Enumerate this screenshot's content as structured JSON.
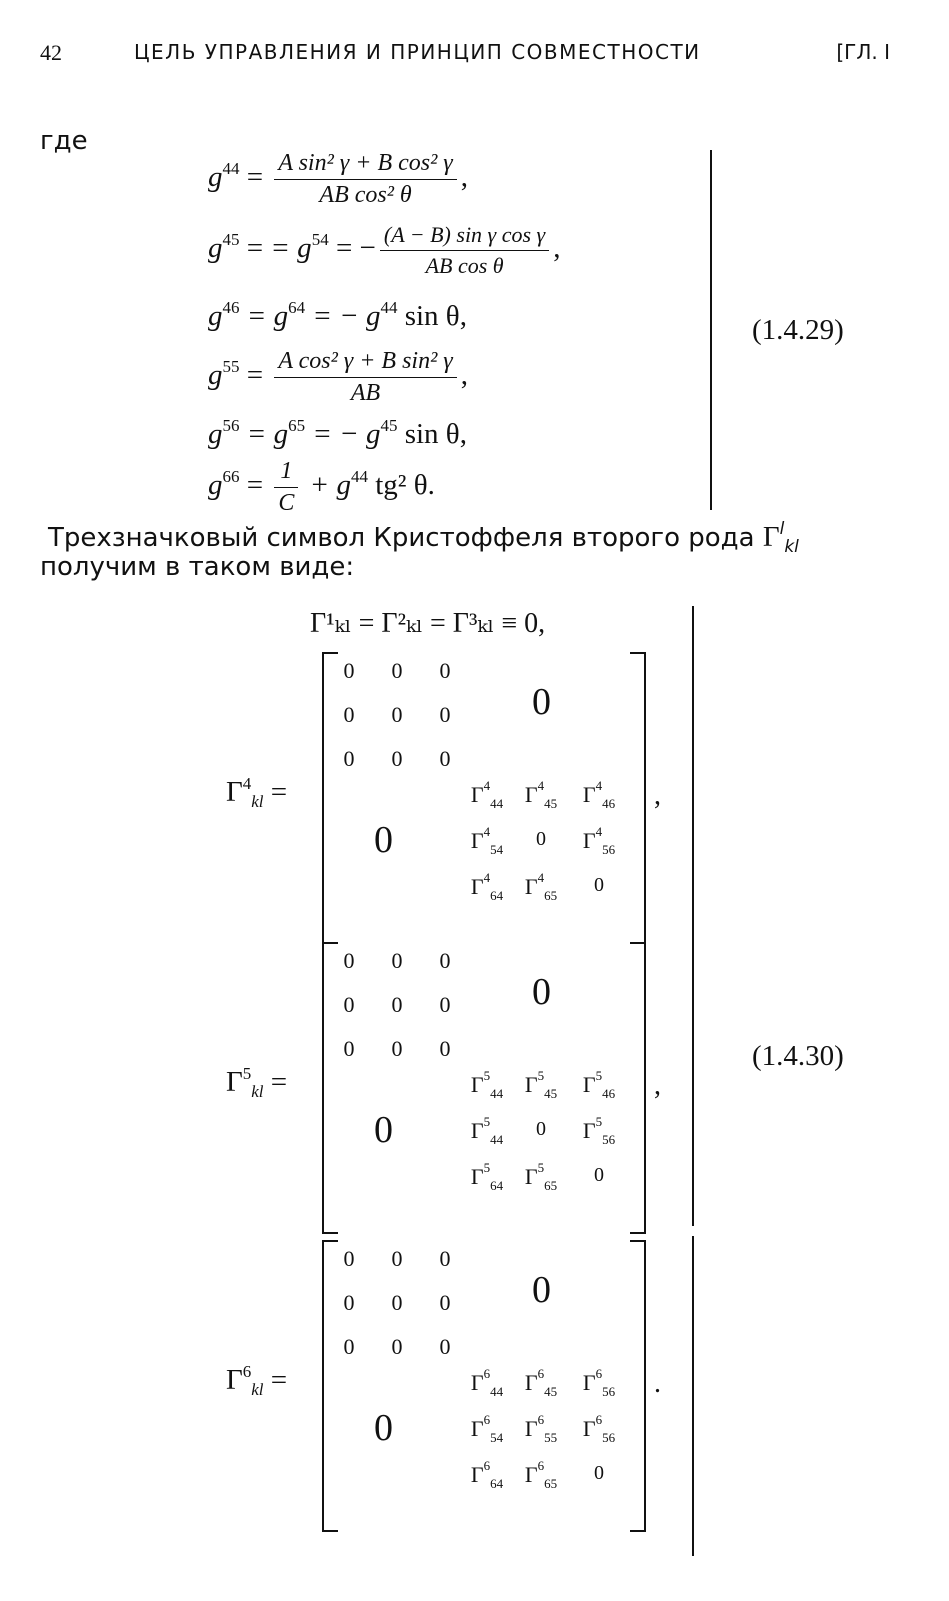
{
  "header": {
    "page_number": "42",
    "title": "ЦЕЛЬ УПРАВЛЕНИЯ И ПРИНЦИП СОВМЕСТНОСТИ",
    "chapter": "[ГЛ. I"
  },
  "intro_word": "где",
  "system_1": {
    "number": "(1.4.29)",
    "g44": {
      "lhs": "g",
      "lhs_sup": "44",
      "num": "A sin² γ + B cos² γ",
      "den": "AB cos² θ",
      "tail": ","
    },
    "g45": {
      "lhs": "g",
      "lhs_sup": "45",
      "mid": "= g",
      "mid_sup": "54",
      "sign": "= −",
      "num": "(A − B) sin γ cos γ",
      "den": "AB cos θ",
      "tail": ","
    },
    "g46": {
      "lhs": "g",
      "lhs_sup": "46",
      "mid": "= g",
      "mid_sup": "64",
      "rhs": "= − g",
      "rhs_sup": "44",
      "rhs_tail": " sin θ,"
    },
    "g55": {
      "lhs": "g",
      "lhs_sup": "55",
      "num": "A cos² γ + B sin² γ",
      "den": "AB",
      "tail": ","
    },
    "g56": {
      "lhs": "g",
      "lhs_sup": "56",
      "mid": "= g",
      "mid_sup": "65",
      "rhs": "= − g",
      "rhs_sup": "45",
      "rhs_tail": " sin θ,"
    },
    "g66": {
      "lhs": "g",
      "lhs_sup": "66",
      "num": "1",
      "den": "C",
      "plus": "+ g",
      "plus_sup": "44",
      "plus_tail": " tg² θ."
    }
  },
  "paragraph": {
    "line1": "Трехзначковый символ Кристоффеля второго рода",
    "symbol": "Γ",
    "symbol_sup": "l",
    "symbol_sub": "kl",
    "line2": "получим в таком виде:"
  },
  "system_2": {
    "number": "(1.4.30)",
    "first_line": "Γ¹ₖₗ = Γ²ₖₗ = Γ³ₖₗ ≡ 0,",
    "matrices": [
      {
        "label_sup": "4",
        "label_sub": "kl",
        "tail": ",",
        "zeros": [
          "0",
          "0",
          "0",
          "0",
          "0",
          "0",
          "0",
          "0",
          "0"
        ],
        "block_zero_top": "0",
        "block_zero_bottom": "0",
        "entries": [
          [
            {
              "s": "4",
              "b": "44"
            },
            {
              "s": "4",
              "b": "45"
            },
            {
              "s": "4",
              "b": "46"
            }
          ],
          [
            {
              "s": "4",
              "b": "54"
            },
            {
              "z": "0"
            },
            {
              "s": "4",
              "b": "56"
            }
          ],
          [
            {
              "s": "4",
              "b": "64"
            },
            {
              "s": "4",
              "b": "65"
            },
            {
              "z": "0"
            }
          ]
        ]
      },
      {
        "label_sup": "5",
        "label_sub": "kl",
        "tail": ",",
        "zeros": [
          "0",
          "0",
          "0",
          "0",
          "0",
          "0",
          "0",
          "0",
          "0"
        ],
        "block_zero_top": "0",
        "block_zero_bottom": "0",
        "entries": [
          [
            {
              "s": "5",
              "b": "44"
            },
            {
              "s": "5",
              "b": "45"
            },
            {
              "s": "5",
              "b": "46"
            }
          ],
          [
            {
              "s": "5",
              "b": "44"
            },
            {
              "z": "0"
            },
            {
              "s": "5",
              "b": "56"
            }
          ],
          [
            {
              "s": "5",
              "b": "64"
            },
            {
              "s": "5",
              "b": "65"
            },
            {
              "z": "0"
            }
          ]
        ]
      },
      {
        "label_sup": "6",
        "label_sub": "kl",
        "tail": ".",
        "zeros": [
          "0",
          "0",
          "0",
          "0",
          "0",
          "0",
          "0",
          "0",
          "0"
        ],
        "block_zero_top": "0",
        "block_zero_bottom": "0",
        "entries": [
          [
            {
              "s": "6",
              "b": "44"
            },
            {
              "s": "6",
              "b": "45"
            },
            {
              "s": "6",
              "b": "56"
            }
          ],
          [
            {
              "s": "6",
              "b": "54"
            },
            {
              "s": "6",
              "b": "55"
            },
            {
              "s": "6",
              "b": "56"
            }
          ],
          [
            {
              "s": "6",
              "b": "64"
            },
            {
              "s": "6",
              "b": "65"
            },
            {
              "z": "0"
            }
          ]
        ]
      }
    ]
  }
}
